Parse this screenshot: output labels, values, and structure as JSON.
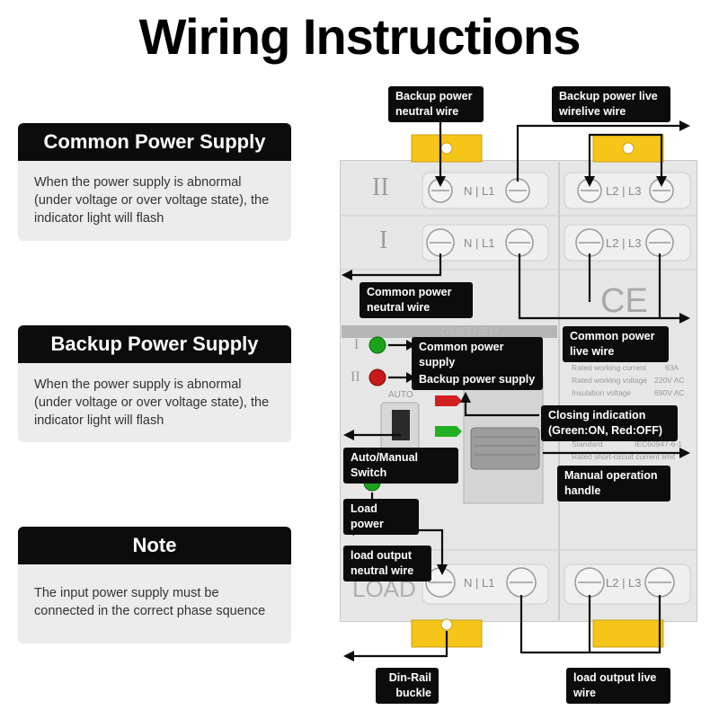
{
  "title": "Wiring Instructions",
  "cards": [
    {
      "heading": "Common Power Supply",
      "body": "When the power supply is abnormal (under voltage or over voltage state), the indicator light will flash"
    },
    {
      "heading": "Backup Power Supply",
      "body": "When the power supply is abnormal (under voltage or over voltage state), the indicator light will flash"
    },
    {
      "heading": "Note",
      "body": "The input power supply must be connected in the correct phase squence"
    }
  ],
  "callouts": {
    "backup_neutral": "Backup power neutral wire",
    "backup_live": "Backup power live wirelive wire",
    "common_neutral": "Common power neutral wire",
    "common_live": "Common power live wire",
    "common_supply": "Common power supply",
    "backup_supply": "Backup power supply",
    "closing_indication": "Closing indication (Green:ON, Red:OFF)",
    "auto_manual": "Auto/Manual Switch",
    "manual_handle": "Manual operation handle",
    "load_power": "Load power",
    "load_neutral": "load output neutral wire",
    "din_rail": "Din-Rail buckle",
    "load_live": "load output live wire"
  },
  "device": {
    "brand": "GUETNEU",
    "row_backup": "II",
    "row_common": "I",
    "ind_common": "I",
    "ind_backup": "II",
    "auto_label": "AUTO",
    "load_label": "LOAD",
    "terminal_left": "N | L1",
    "terminal_right": "L2 | L3",
    "ce_mark": "CE",
    "specs": [
      {
        "name": "Rated working current",
        "value": "63A"
      },
      {
        "name": "Rated working voltage",
        "value": "220V AC"
      },
      {
        "name": "Insulation voltage",
        "value": "690V AC"
      },
      {
        "name": "Standard",
        "value": "IEC60947-6-1"
      },
      {
        "name": "Rated short-circuit current limit",
        "value": ""
      }
    ]
  },
  "colors": {
    "dark": "#0c0c0c",
    "card_bg": "#ececec",
    "device": "#e6e6e6",
    "yellow": "#f5c518",
    "led_green": "#1aa31a",
    "led_red": "#c81818"
  }
}
